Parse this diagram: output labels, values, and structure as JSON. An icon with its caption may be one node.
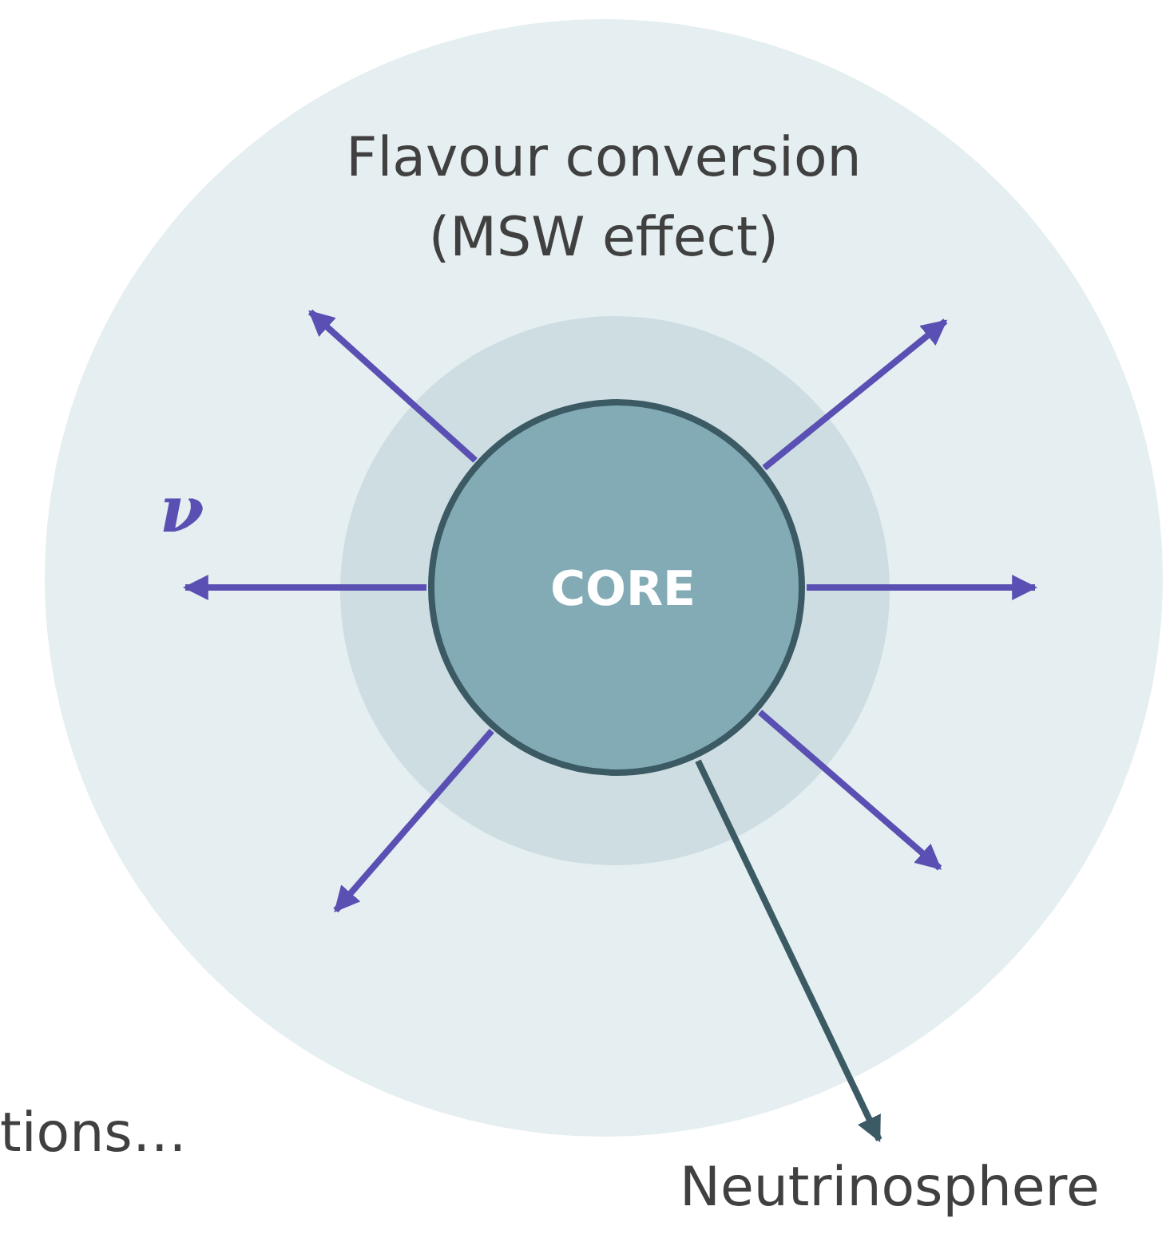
{
  "diagram": {
    "nodes": [
      {
        "text": [
          "Flavour conversion (MSW effect)"
        ]
      },
      {
        "text": [],
        "shape": "circle",
        "in": 0
      },
      {
        "text": [
          "CORE"
        ],
        "in": 1
      },
      {
        "text": [
          "Neutrinosphere"
        ]
      }
    ],
    "edges": [
      {
        "from": 2,
        "to": null,
        "arrow": "to"
      },
      {
        "from": 2,
        "to": null,
        "arrow": "to"
      },
      {
        "from": 2,
        "to": null,
        "arrow": "to"
      },
      {
        "from": 2,
        "to": null,
        "arrow": "to"
      },
      {
        "from": 2,
        "to": null,
        "arrow": "to"
      },
      {
        "from": 2,
        "to": null,
        "arrow": "to"
      },
      {
        "from": 2,
        "to": 3,
        "arrow": "to",
        "color": "#3b5a64"
      }
    ],
    "labels": [
      "ν",
      "tions…"
    ]
  }
}
